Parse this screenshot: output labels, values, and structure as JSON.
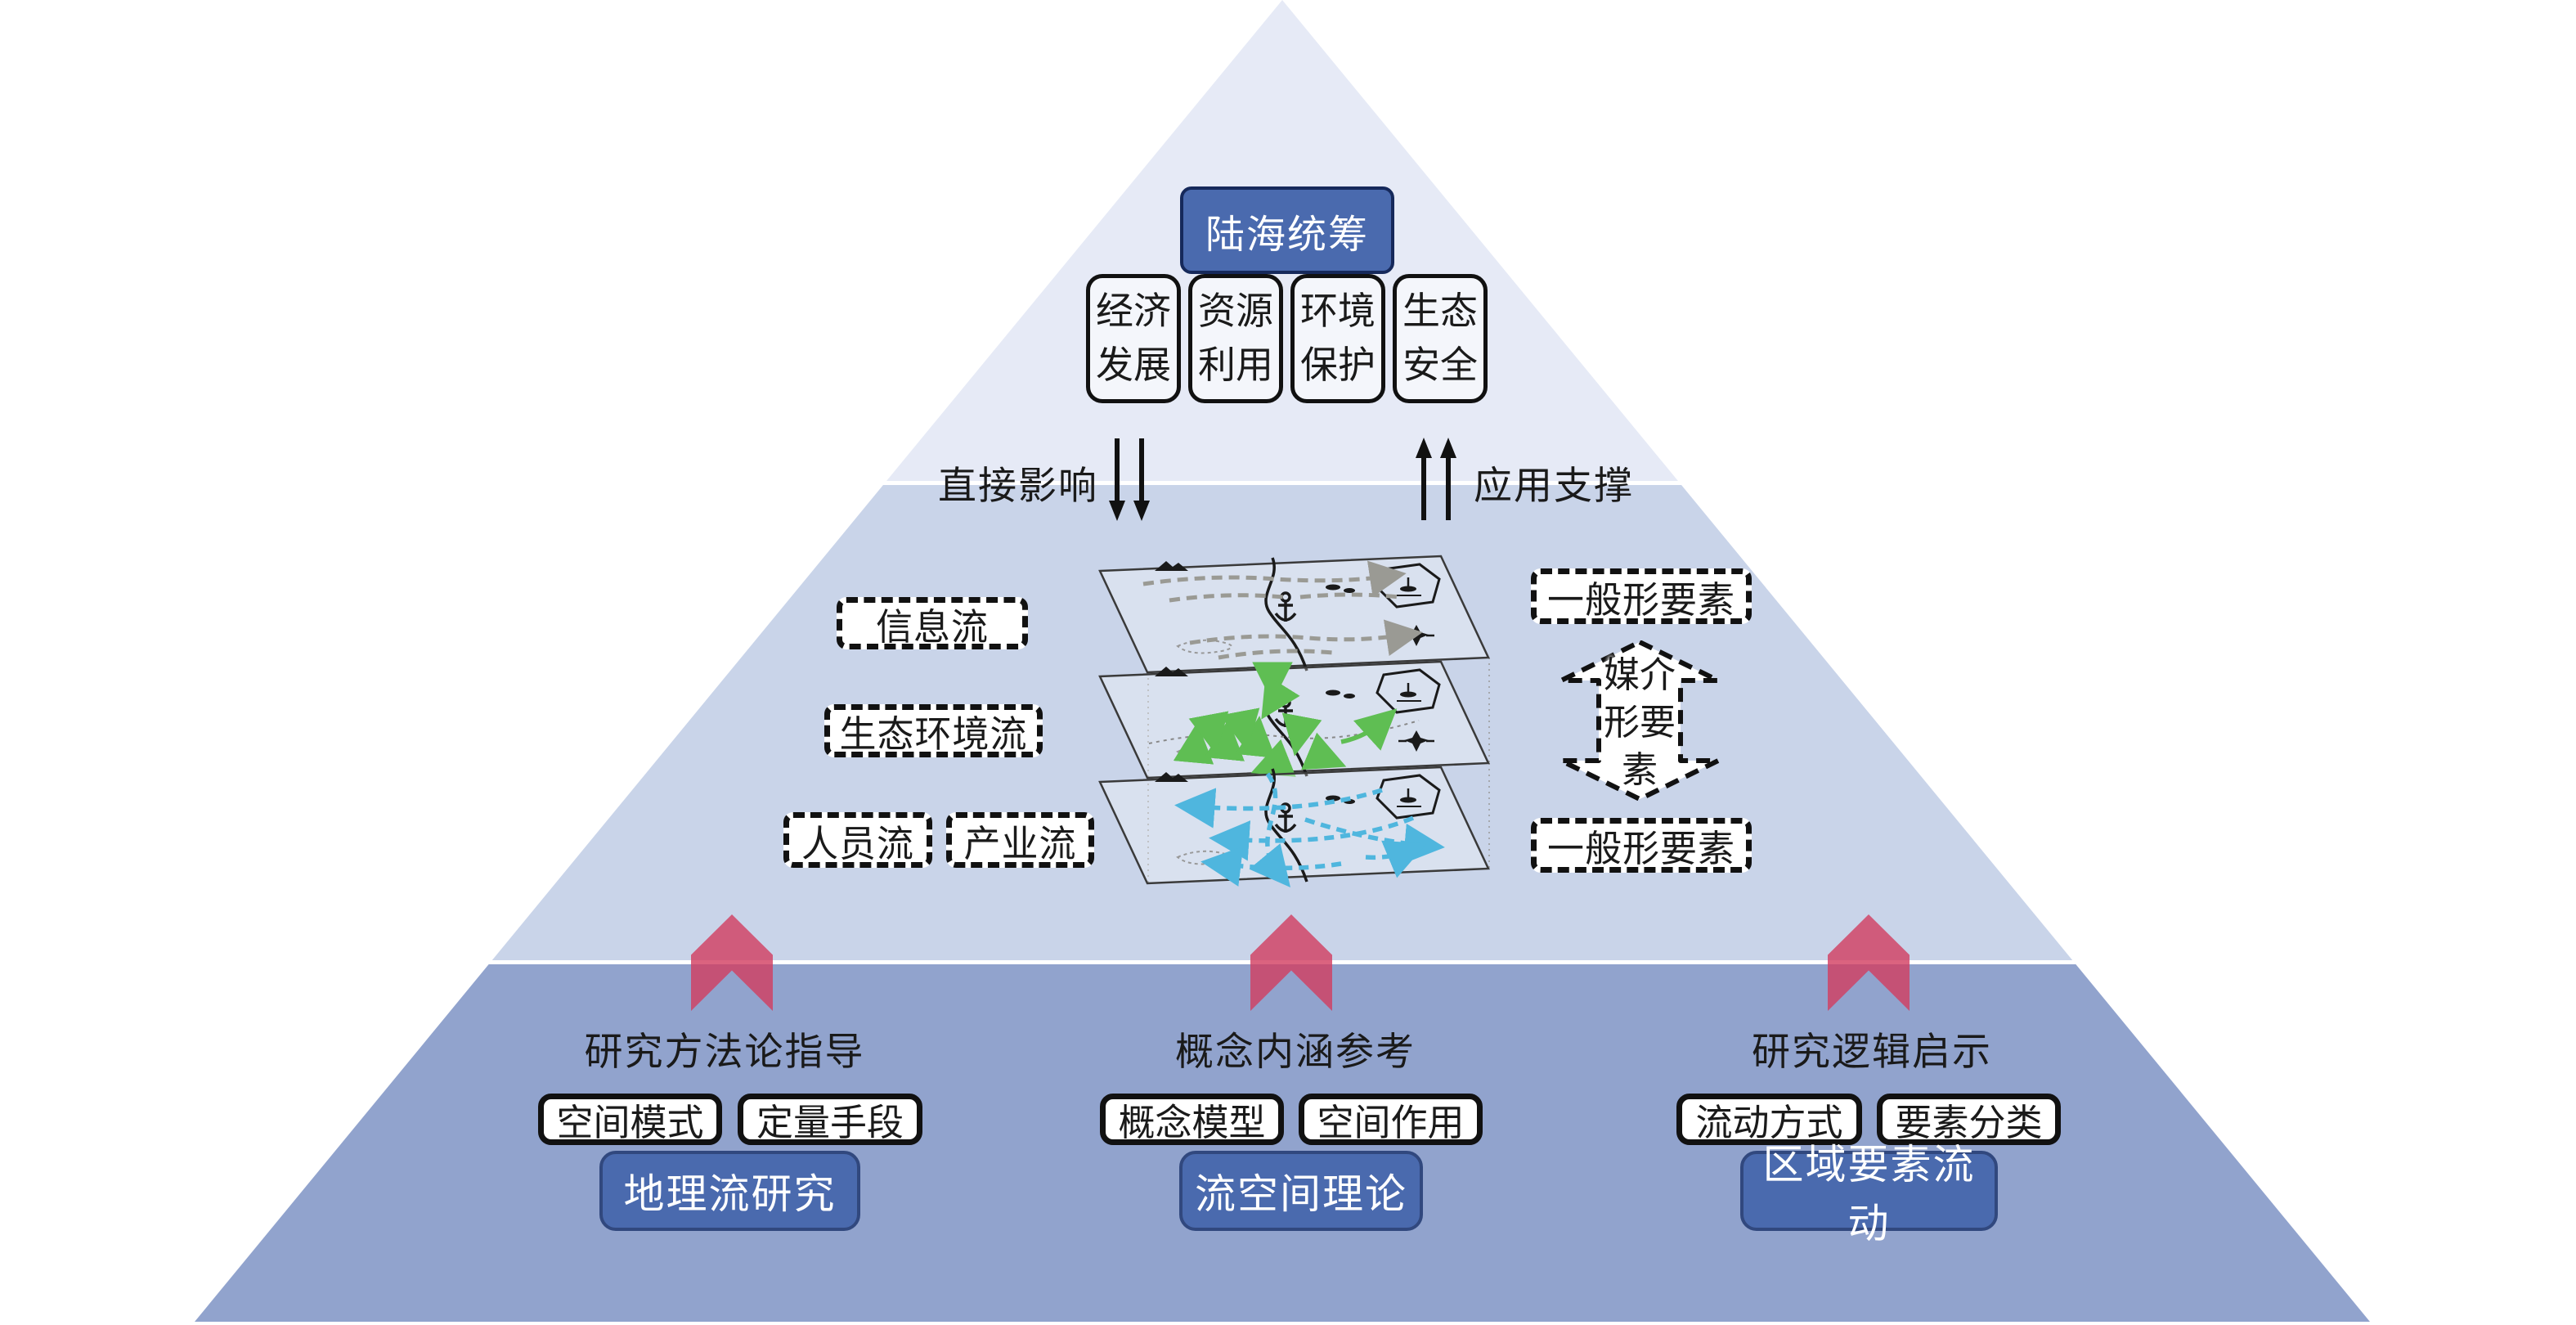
{
  "colors": {
    "band_top": "#E6EAF6",
    "band_middle": "#C9D4E9",
    "band_bottom": "#91A3CD",
    "primary_blue": "#4A6AAE",
    "primary_blue_border": "#2E4678",
    "accent_pink": "#D23C5F",
    "box_border_black": "#111111",
    "flow_gray": "#9A9A94",
    "flow_green": "#5FBE53",
    "flow_cyan": "#4FB6DE"
  },
  "top_section": {
    "peak_label": "陆海统筹",
    "pillars": [
      "经济发展",
      "资源利用",
      "环境保护",
      "生态安全"
    ]
  },
  "links": {
    "down_label": "直接影响",
    "up_label": "应用支撑"
  },
  "middle_section": {
    "flows": [
      "信息流",
      "生态环境流",
      "人员流",
      "产业流"
    ],
    "element_top": "一般形要素",
    "element_middle": "媒介形要素",
    "element_bottom": "一般形要素"
  },
  "bottom_section": {
    "columns": [
      {
        "label": "研究方法论指导",
        "methods": [
          "空间模式",
          "定量手段"
        ],
        "theory": "地理流研究"
      },
      {
        "label": "概念内涵参考",
        "methods": [
          "概念模型",
          "空间作用"
        ],
        "theory": "流空间理论"
      },
      {
        "label": "研究逻辑启示",
        "methods": [
          "流动方式",
          "要素分类"
        ],
        "theory": "区域要素流动"
      }
    ]
  }
}
